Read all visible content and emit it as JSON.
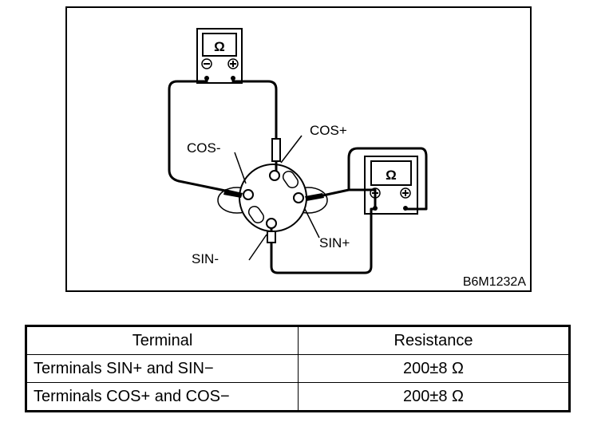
{
  "figure": {
    "labels": {
      "cos_plus": "COS+",
      "cos_minus": "COS-",
      "sin_minus": "SIN-",
      "sin_plus": "SIN+"
    },
    "meter_symbol": "Ω",
    "figure_code": "B6M1232A"
  },
  "table": {
    "headers": [
      "Terminal",
      "Resistance"
    ],
    "rows": [
      {
        "terminal": "Terminals SIN+ and SIN−",
        "resistance": "200±8 Ω"
      },
      {
        "terminal": "Terminals COS+ and COS−",
        "resistance": "200±8 Ω"
      }
    ]
  }
}
